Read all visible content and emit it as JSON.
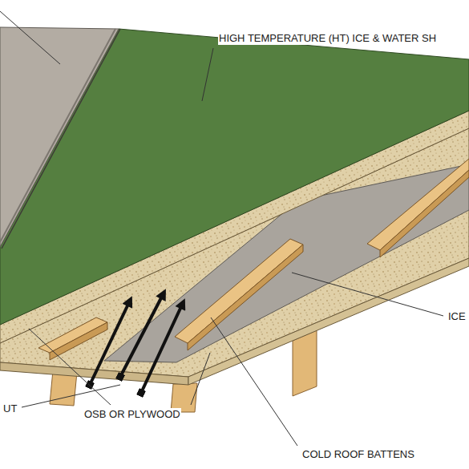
{
  "diagram": {
    "labels": [
      "HIGH TEMPERATURE (HT) ICE & WATER SH",
      "ICE",
      "UT",
      "OSB OR PLYWOOD",
      "COLD ROOF BATTENS"
    ]
  }
}
